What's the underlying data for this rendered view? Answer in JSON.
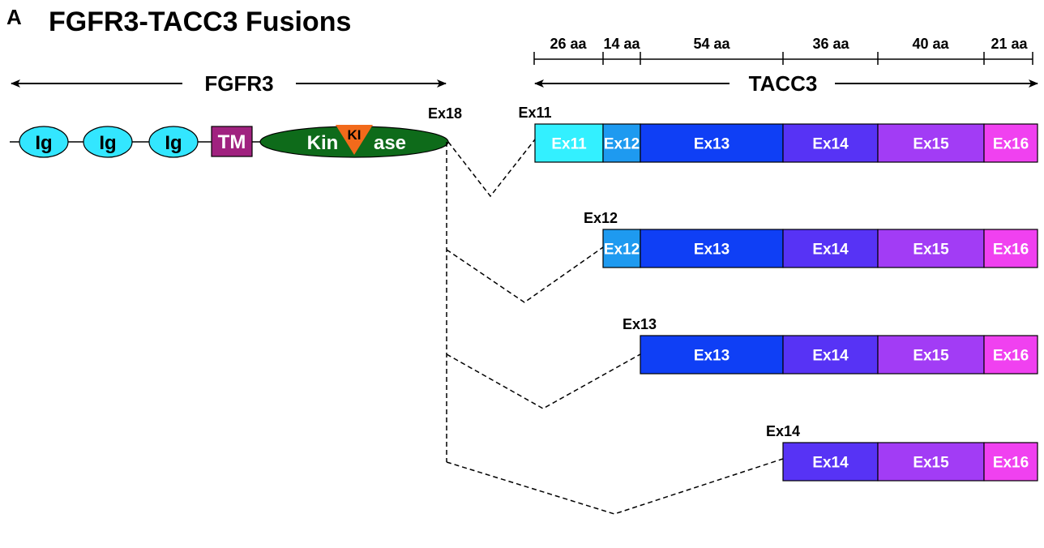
{
  "panel_letter": "A",
  "title": "FGFR3-TACC3 Fusions",
  "fgfr3": {
    "label": "FGFR3",
    "domains": [
      {
        "name": "Ig"
      },
      {
        "name": "Ig"
      },
      {
        "name": "Ig"
      },
      {
        "name": "TM"
      }
    ],
    "kinase_left": "Kin",
    "kinase_right": "ase",
    "kinase_insert": "KI",
    "breakpoint": "Ex18"
  },
  "tacc3": {
    "label": "TACC3",
    "aa_lengths": [
      "26 aa",
      "14 aa",
      "54 aa",
      "36 aa",
      "40 aa",
      "21 aa"
    ]
  },
  "exon_colors": {
    "Ex11": "#33F0FF",
    "Ex12": "#1E9AF0",
    "Ex13": "#0F3FF5",
    "Ex14": "#5733F5",
    "Ex15": "#A23CF5",
    "Ex16": "#F041F0"
  },
  "fusions": [
    {
      "junction_label": "Ex11",
      "exons": [
        "Ex11",
        "Ex12",
        "Ex13",
        "Ex14",
        "Ex15",
        "Ex16"
      ]
    },
    {
      "junction_label": "Ex12",
      "exons": [
        "Ex12",
        "Ex13",
        "Ex14",
        "Ex15",
        "Ex16"
      ]
    },
    {
      "junction_label": "Ex13",
      "exons": [
        "Ex13",
        "Ex14",
        "Ex15",
        "Ex16"
      ]
    },
    {
      "junction_label": "Ex14",
      "exons": [
        "Ex14",
        "Ex15",
        "Ex16"
      ]
    }
  ]
}
